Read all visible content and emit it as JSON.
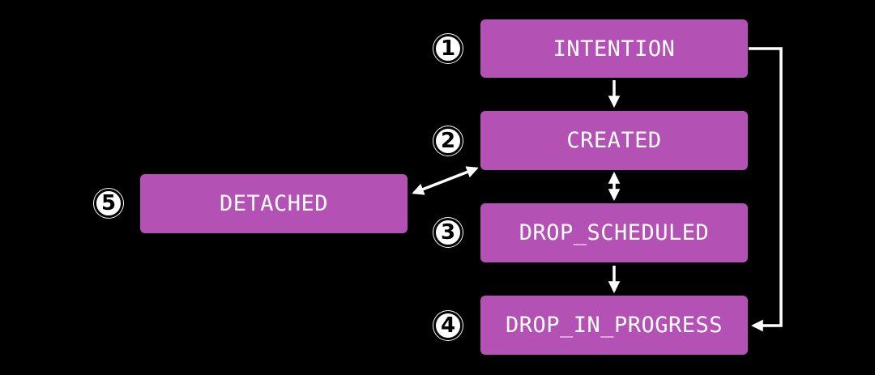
{
  "states": {
    "intention": {
      "label": "INTENTION",
      "number": "1"
    },
    "created": {
      "label": "CREATED",
      "number": "2"
    },
    "drop_scheduled": {
      "label": "DROP_SCHEDULED",
      "number": "3"
    },
    "drop_in_progress": {
      "label": "DROP_IN_PROGRESS",
      "number": "4"
    },
    "detached": {
      "label": "DETACHED",
      "number": "5"
    }
  },
  "colors": {
    "background": "#000000",
    "box_fill": "#b451b5",
    "text": "#ffffff",
    "arrow": "#ffffff"
  }
}
